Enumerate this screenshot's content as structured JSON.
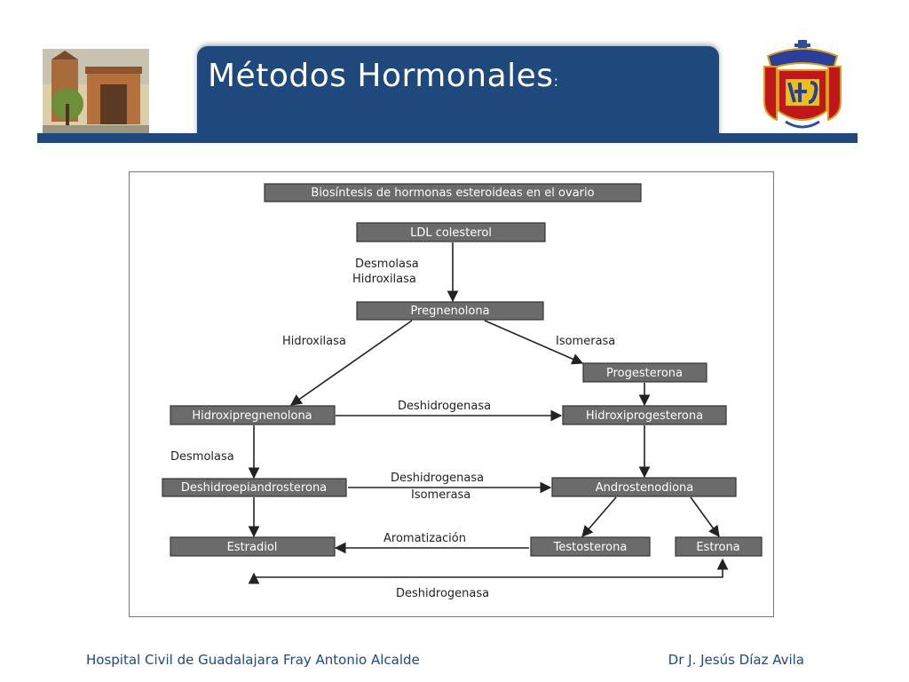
{
  "slide": {
    "title": "Métodos Hormonales",
    "title_suffix": ":"
  },
  "logos": {
    "left": "hospital-building-photo",
    "right": "hospital-civil-crest"
  },
  "diagram": {
    "title": "Biosíntesis de hormonas esteroideas en el ovario",
    "nodes": {
      "ldl": "LDL colesterol",
      "pregnenolona": "Pregnenolona",
      "progesterona": "Progesterona",
      "hidroxipregnenolona": "Hidroxipregnenolona",
      "hidroxiprogesterona": "Hidroxiprogesterona",
      "dhea": "Deshidroepiandrosterona",
      "androstenodiona": "Androstenodiona",
      "estradiol": "Estradiol",
      "testosterona": "Testosterona",
      "estrona": "Estrona"
    },
    "enzymes": {
      "ldl_preg_1": "Desmolasa",
      "ldl_preg_2": "Hidroxilasa",
      "preg_hidroxipreg": "Hidroxilasa",
      "preg_prog": "Isomerasa",
      "hidroxipreg_hidroxiprog": "Deshidrogenasa",
      "hidroxipreg_dhea": "Desmolasa",
      "dhea_andro_1": "Deshidrogenasa",
      "dhea_andro_2": "Isomerasa",
      "testo_estradiol": "Aromatización",
      "estradiol_estrona": "Deshidrogenasa"
    }
  },
  "footer": {
    "left": "Hospital Civil de Guadalajara Fray Antonio Alcalde",
    "right": "Dr J. Jesús Díaz Avila"
  }
}
